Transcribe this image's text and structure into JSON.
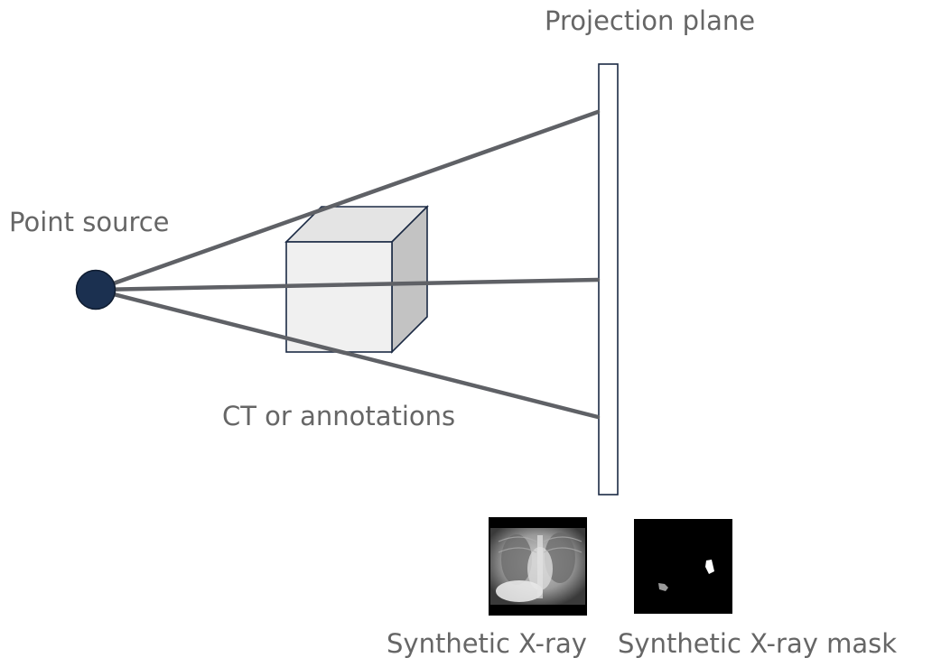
{
  "labels": {
    "projection_plane": "Projection plane",
    "point_source": "Point source",
    "ct_or_annotations": "CT or annotations",
    "synthetic_xray": "Synthetic X-ray",
    "synthetic_xray_mask": "Synthetic X-ray mask"
  },
  "colors": {
    "ray": "#5f6166",
    "source_fill": "#1b3050",
    "outline": "#1b2a44",
    "cube_front": "#f0f0f0",
    "cube_top": "#e4e4e4",
    "cube_side": "#c3c3c3",
    "label_text": "#666666"
  }
}
